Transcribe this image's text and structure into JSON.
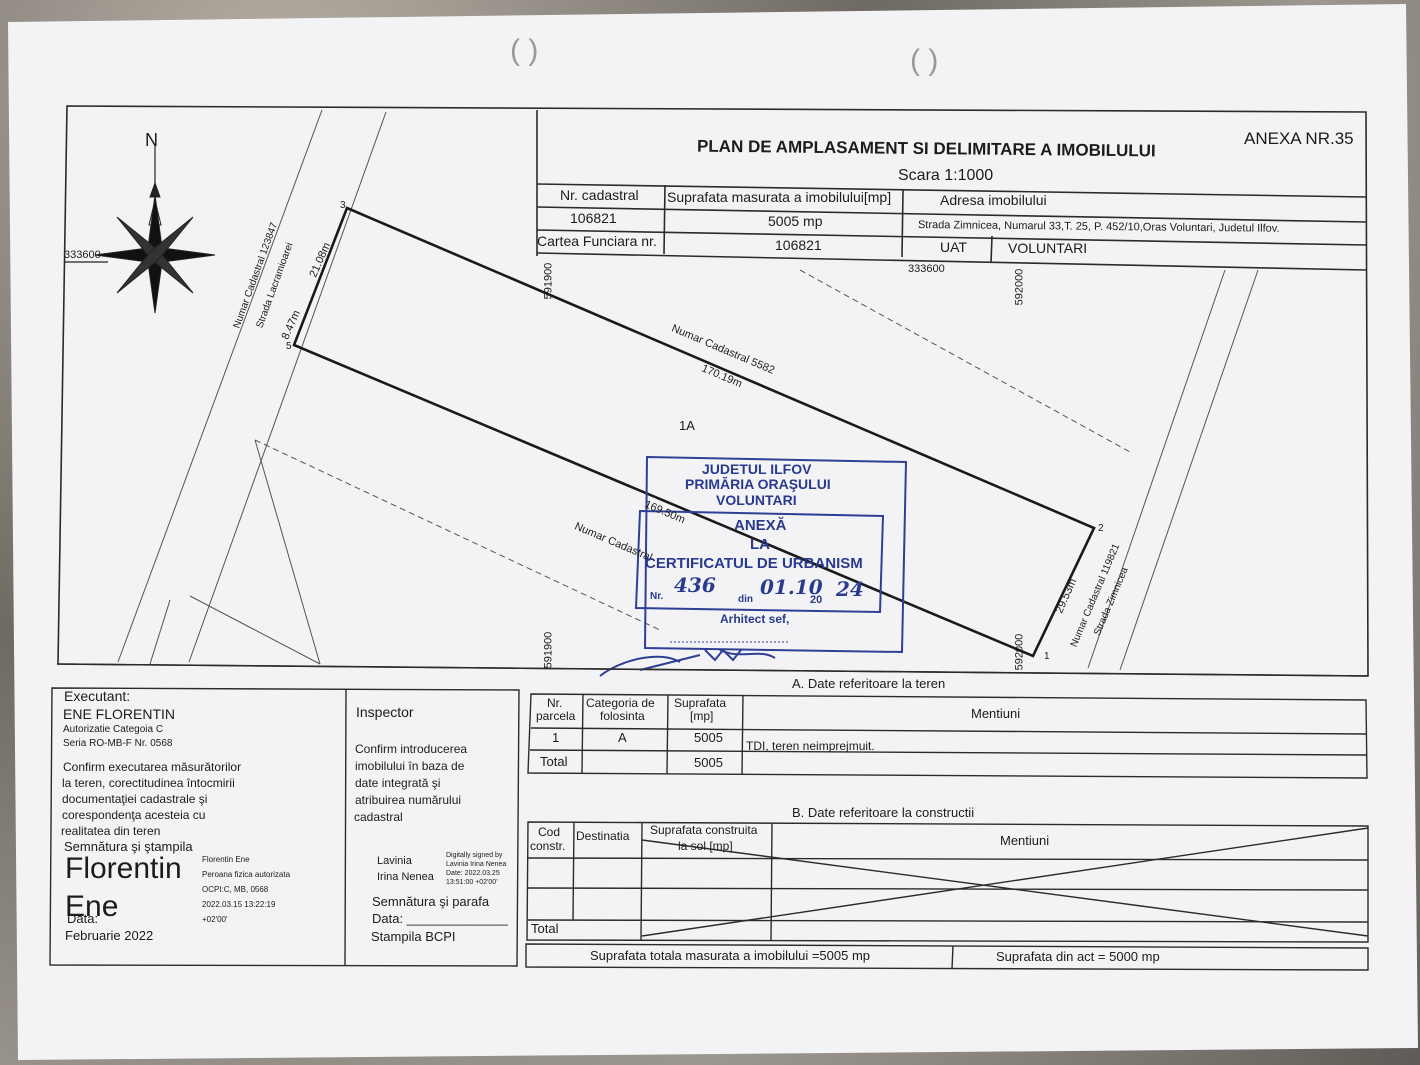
{
  "plan": {
    "annex": "ANEXA NR.35",
    "title": "PLAN DE AMPLASAMENT SI DELIMITARE A IMOBILULUI",
    "scale": "Scara 1:1000",
    "header_table": {
      "col_nr_cadastral": "Nr. cadastral",
      "col_suprafata": "Suprafata masurata a imobilului[mp]",
      "col_adresa": "Adresa imobilului",
      "nr_cadastral": "106821",
      "suprafata": "5005 mp",
      "adresa": "Strada Zimnicea, Numarul 33,T. 25, P. 452/10,Oras Voluntari, Judetul Ilfov.",
      "label_carte": "Cartea Funciara nr.",
      "carte": "106821",
      "label_uat": "UAT",
      "uat": "VOLUNTARI"
    },
    "north": "N",
    "coords": {
      "x_333600_left": "333600",
      "x_333600_right": "333600",
      "y_591900_top": "591900",
      "y_591900_bottom": "591900",
      "y_592000_top": "592000",
      "y_592000_bottom": "592000"
    },
    "labels": {
      "parcel": "1A",
      "neighbor_top": "Numar Cadastral  5582",
      "neighbor_bottom": "Numar Cadastral",
      "street_left_cad": "Numar Cadastral  123847",
      "street_left_name": "Strada Lacramioarei",
      "street_right_cad": "Numar Cadastral  119821",
      "street_right_name": "Strada Zimnicea",
      "dim_top": "170.19m",
      "dim_bottom": "169.50m",
      "dim_left_a": "21.08m",
      "dim_left_b": "8.47m",
      "dim_right": "29.53m",
      "vertex_1": "1",
      "vertex_2": "2",
      "vertex_3": "3",
      "vertex_5": "5"
    },
    "stamp": {
      "line1": "JUDETUL ILFOV",
      "line2": "PRIMĂRIA ORAŞULUI",
      "line3": "VOLUNTARI",
      "line4": "ANEXĂ",
      "line5": "LA",
      "line6": "CERTIFICATUL DE URBANISM",
      "nr_label": "Nr.",
      "nr_value": "436",
      "din_label": "din",
      "din_value": "01.10",
      "year_prefix": "20",
      "year_value": "24",
      "arhitect": "Arhitect sef,"
    }
  },
  "executant": {
    "label": "Executant:",
    "name": "ENE FLORENTIN",
    "auth": "Autorizatie Categoia C",
    "series": "Seria RO-MB-F Nr. 0568",
    "confirm_1": "Confirm executarea măsurătorilor",
    "confirm_2": "la teren, corectitudinea întocmirii",
    "confirm_3": "documentaţiei cadastrale şi",
    "confirm_4": "corespondenţa acesteia cu",
    "confirm_5": "realitatea din teren",
    "sign_label": "Semnătura şi ştampila",
    "sig_first": "Florentin",
    "sig_last": "Ene",
    "digi_1": "Florentin Ene",
    "digi_2": "Peroana fizica autorizata",
    "digi_3": "OCPI:C, MB, 0568",
    "digi_4": "2022.03.15 13:22:19",
    "digi_5": "+02'00'",
    "data_label": "Data:",
    "data_value": "Februarie 2022"
  },
  "inspector": {
    "label": "Inspector",
    "confirm_1": "Confirm introducerea",
    "confirm_2": "imobilului în baza de",
    "confirm_3": "date integrată şi",
    "confirm_4": "atribuirea numărului",
    "confirm_5": "cadastral",
    "name_1": "Lavinia",
    "name_2": "Irina Nenea",
    "digi_1": "Digitally signed by",
    "digi_2": "Lavinia Irina Nenea",
    "digi_3": "Date: 2022.03.25",
    "digi_4": "13:51:00 +02'00'",
    "sign_label": "Semnătura şi parafa",
    "data_label": "Data: ______________",
    "stamp_label": "Stampila BCPI"
  },
  "teren": {
    "title": "A. Date referitoare la teren",
    "col_nr": "Nr. parcela",
    "col_nr_1": "Nr.",
    "col_nr_2": "parcela",
    "col_cat_1": "Categoria de",
    "col_cat_2": "folosinta",
    "col_supr_1": "Suprafata",
    "col_supr_2": "[mp]",
    "col_ment": "Mentiuni",
    "row_nr": "1",
    "row_cat": "A",
    "row_supr": "5005",
    "row_ment": "TDI, teren neimprejmuit.",
    "total_label": "Total",
    "total_supr": "5005"
  },
  "constructii": {
    "title": "B. Date referitoare la constructii",
    "col_cod_1": "Cod",
    "col_cod_2": "constr.",
    "col_dest": "Destinatia",
    "col_supr_1": "Suprafata construita",
    "col_supr_2": "la sol [mp]",
    "col_ment": "Mentiuni",
    "total_label": "Total"
  },
  "footer": {
    "total_measured": "Suprafata totala masurata a imobilului =5005 mp",
    "total_act": "Suprafata din act = 5000 mp"
  }
}
